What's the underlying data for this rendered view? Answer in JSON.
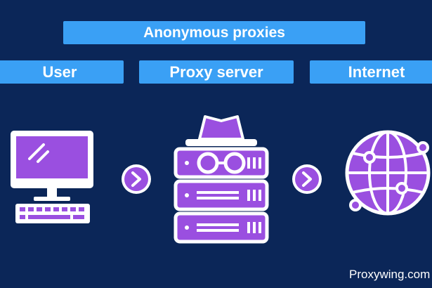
{
  "title": "Anonymous proxies",
  "nodes": [
    {
      "label": "User",
      "icon": "computer-icon"
    },
    {
      "label": "Proxy server",
      "icon": "server-with-spy-icon"
    },
    {
      "label": "Internet",
      "icon": "globe-icon"
    }
  ],
  "arrows": [
    "arrow-right-icon",
    "arrow-right-icon"
  ],
  "watermark": "Proxywing.com",
  "colors": {
    "background": "#0b2658",
    "banner": "#3aa0f5",
    "icon_fill": "#9a4fe0",
    "icon_outline": "#ffffff",
    "text": "#ffffff"
  }
}
